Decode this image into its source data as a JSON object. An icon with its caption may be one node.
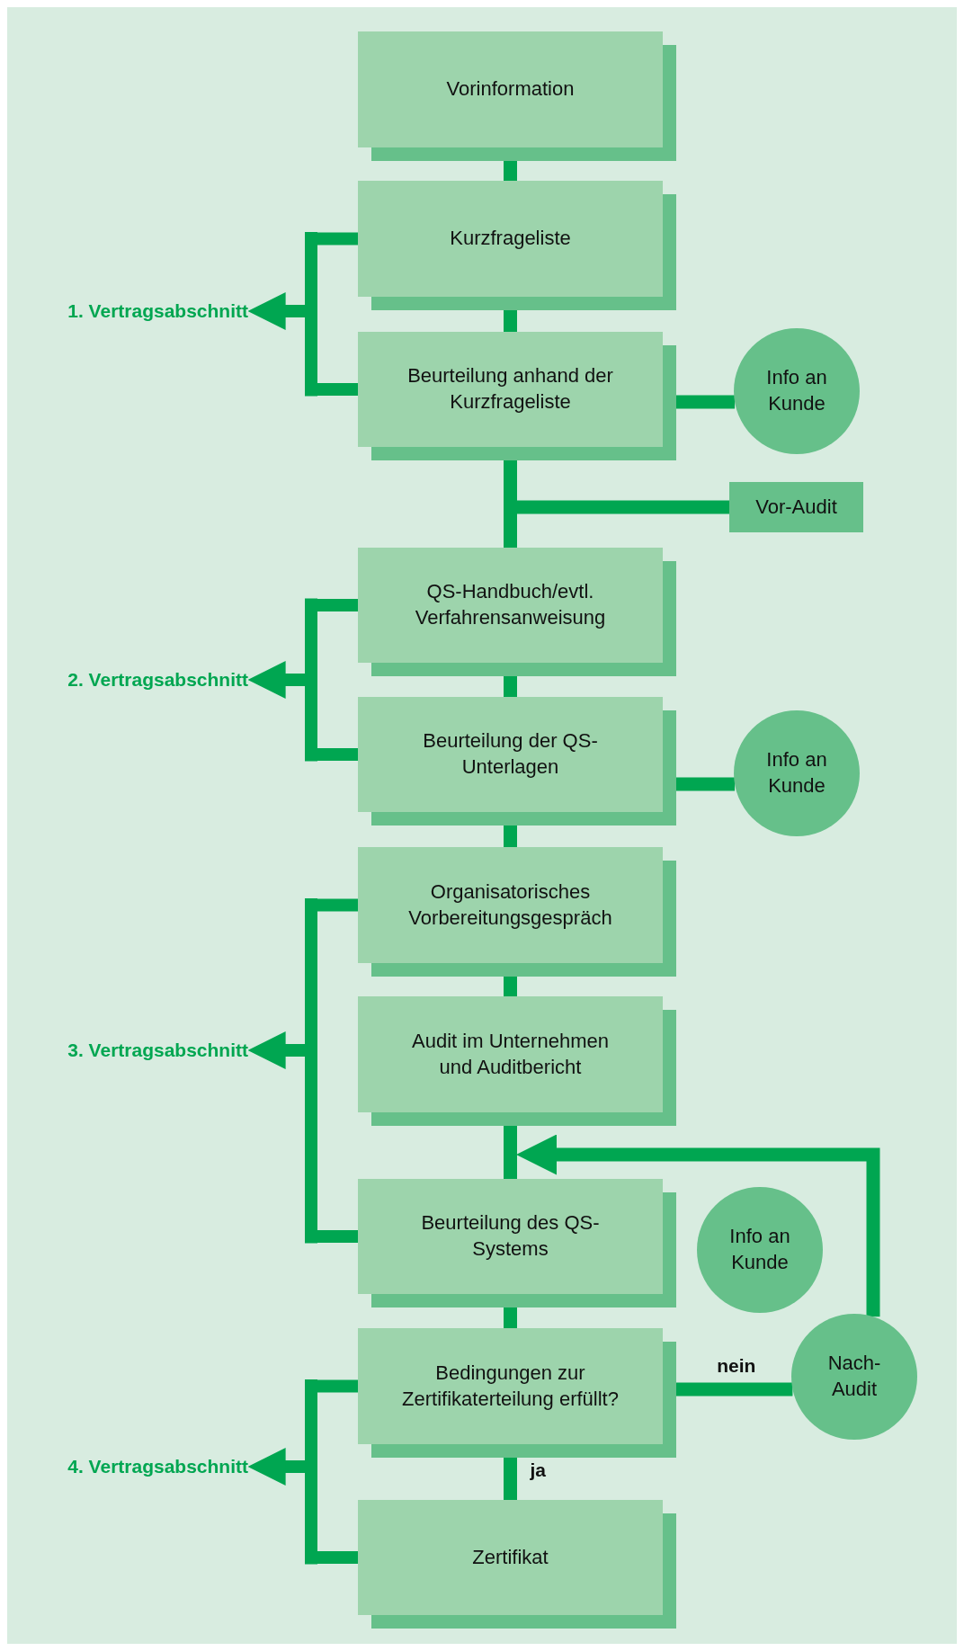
{
  "diagram": {
    "nodes": [
      {
        "text": [
          "Vorinformation"
        ]
      },
      {
        "text": [
          "Kurzfrageliste"
        ]
      },
      {
        "text": [
          "Beurteilung anhand der Kurzfrageliste"
        ]
      },
      {
        "text": [
          "Info an Kunde"
        ]
      },
      {
        "text": [
          "Vor-Audit"
        ]
      },
      {
        "text": [
          "QS-Handbuch/evtl. Verfahrensanweisung"
        ]
      },
      {
        "text": [
          "Beurteilung der QS-Unterlagen"
        ]
      },
      {
        "text": [
          "Info an Kunde"
        ]
      },
      {
        "text": [
          "Organisatorisches Vorbereitungsgespräch"
        ]
      },
      {
        "text": [
          "Audit im Unternehmen und Auditbericht"
        ]
      },
      {
        "text": [
          "Beurteilung des QS-Systems"
        ]
      },
      {
        "text": [
          "Info an Kunde"
        ]
      },
      {
        "text": [
          "Bedingungen zur Zertifikaterteilung erfüllt?"
        ]
      },
      {
        "text": [
          "Nach-Audit"
        ]
      },
      {
        "text": [
          "Zertifikat"
        ]
      },
      {
        "text": [
          "1. Vertragsabschnitt"
        ]
      },
      {
        "text": [
          "2. Vertragsabschnitt"
        ]
      },
      {
        "text": [
          "3. Vertragsabschnitt"
        ]
      },
      {
        "text": [
          "4. Vertragsabschnitt"
        ]
      }
    ],
    "edges": [
      {
        "from": 0,
        "to": 1,
        "arrow": "none"
      },
      {
        "from": 1,
        "to": 2,
        "arrow": "none"
      },
      {
        "from": 2,
        "to": 3,
        "arrow": "none"
      },
      {
        "from": 2,
        "to": 5,
        "arrow": "none"
      },
      {
        "from": 2,
        "to": 4,
        "arrow": "none"
      },
      {
        "from": 5,
        "to": 6,
        "arrow": "none"
      },
      {
        "from": 6,
        "to": 7,
        "arrow": "none"
      },
      {
        "from": 6,
        "to": 8,
        "arrow": "none"
      },
      {
        "from": 8,
        "to": 9,
        "arrow": "none"
      },
      {
        "from": 9,
        "to": 10,
        "arrow": "none"
      },
      {
        "from": 10,
        "to": 12,
        "arrow": "none"
      },
      {
        "from": 12,
        "to": 13,
        "arrow": "none",
        "label": "nein"
      },
      {
        "from": 12,
        "to": 14,
        "arrow": "none",
        "label": "ja"
      },
      {
        "from": 13,
        "to": 10,
        "arrow": "to"
      },
      {
        "from": 1,
        "to": 15,
        "arrow": "to"
      },
      {
        "from": 2,
        "to": 15,
        "arrow": "to"
      },
      {
        "from": 5,
        "to": 16,
        "arrow": "to"
      },
      {
        "from": 6,
        "to": 16,
        "arrow": "to"
      },
      {
        "from": 8,
        "to": 17,
        "arrow": "to"
      },
      {
        "from": 10,
        "to": 17,
        "arrow": "to"
      },
      {
        "from": 12,
        "to": 18,
        "arrow": "to"
      },
      {
        "from": 14,
        "to": 18,
        "arrow": "to"
      }
    ]
  }
}
